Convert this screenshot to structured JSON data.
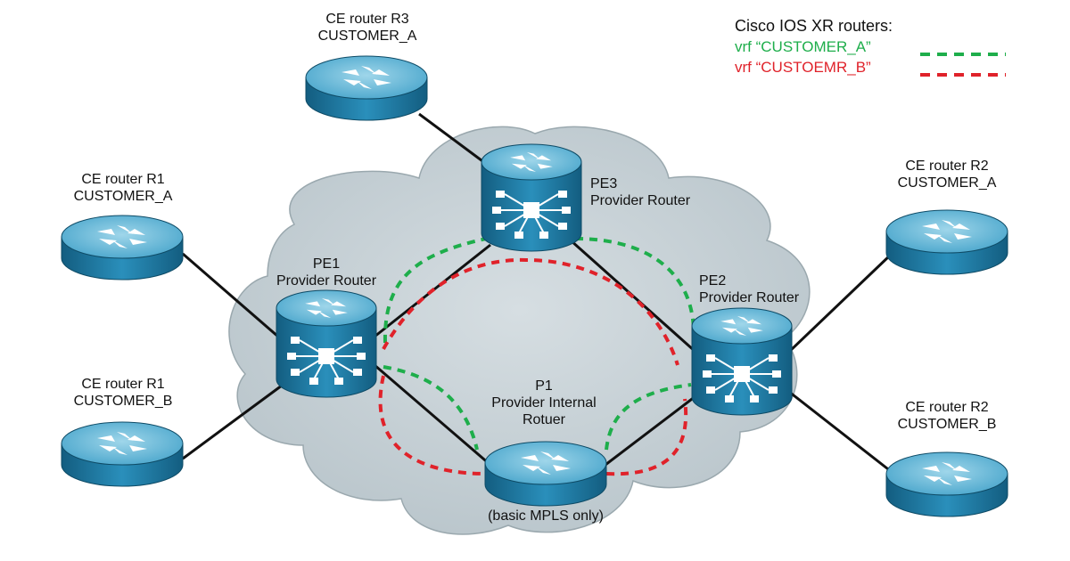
{
  "legend": {
    "title": "Cisco IOS XR routers:",
    "entries": [
      {
        "label": "vrf “CUSTOMER_A”",
        "color": "#1eae4b"
      },
      {
        "label": "vrf “CUSTOEMR_B”",
        "color": "#e0222a"
      }
    ]
  },
  "nodes": {
    "ce_r3": {
      "lines": [
        "CE router R3",
        "CUSTOMER_A"
      ],
      "icon": "router-icon"
    },
    "ce_r1_a": {
      "lines": [
        "CE router R1",
        "CUSTOMER_A"
      ],
      "icon": "router-icon"
    },
    "ce_r1_b": {
      "lines": [
        "CE router R1",
        "CUSTOMER_B"
      ],
      "icon": "router-icon"
    },
    "ce_r2_a": {
      "lines": [
        "CE router R2",
        "CUSTOMER_A"
      ],
      "icon": "router-icon"
    },
    "ce_r2_b": {
      "lines": [
        "CE router R2",
        "CUSTOMER_B"
      ],
      "icon": "router-icon"
    },
    "pe1": {
      "lines": [
        "PE1",
        "Provider Router"
      ],
      "icon": "switch-router-icon"
    },
    "pe2": {
      "lines": [
        "PE2",
        "Provider Router"
      ],
      "icon": "switch-router-icon"
    },
    "pe3": {
      "lines": [
        "PE3",
        "Provider Router"
      ],
      "icon": "switch-router-icon"
    },
    "p1": {
      "lines": [
        "P1",
        "Provider Internal",
        "Rotuer"
      ],
      "note": "(basic MPLS only)",
      "icon": "router-icon"
    }
  },
  "colors": {
    "router_body": "#1f7fa8",
    "router_top": "#6fc1df",
    "cloud_fill": "#c9d3d8",
    "link": "#111111"
  }
}
